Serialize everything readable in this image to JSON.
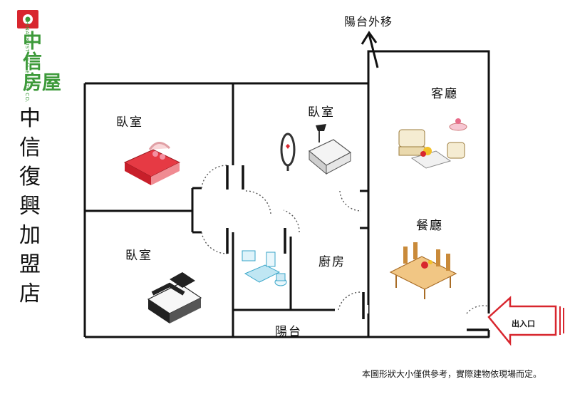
{
  "brand": {
    "name": "中信房屋",
    "side_text": "CHINATRUST REAL ESTATE CO.",
    "color": "#3d9a3a",
    "accent": "#d8262e"
  },
  "store_title": [
    "中",
    "信",
    "復",
    "興",
    "加",
    "盟",
    "店"
  ],
  "rooms": {
    "bedroom_top_left": "臥室",
    "bedroom_top_middle": "臥室",
    "bedroom_bottom_left": "臥室",
    "living_room": "客廳",
    "dining_room": "餐廳",
    "kitchen": "廚房",
    "balcony": "陽台"
  },
  "annotation": "陽台外移",
  "entrance": "出入口",
  "disclaimer": "本圖形狀大小僅供參考，實際建物依現場而定。",
  "colors": {
    "wall": "#111111",
    "bed_red": "#d8262e",
    "arrow_red": "#d8262e",
    "wood": "#c98a3a"
  }
}
